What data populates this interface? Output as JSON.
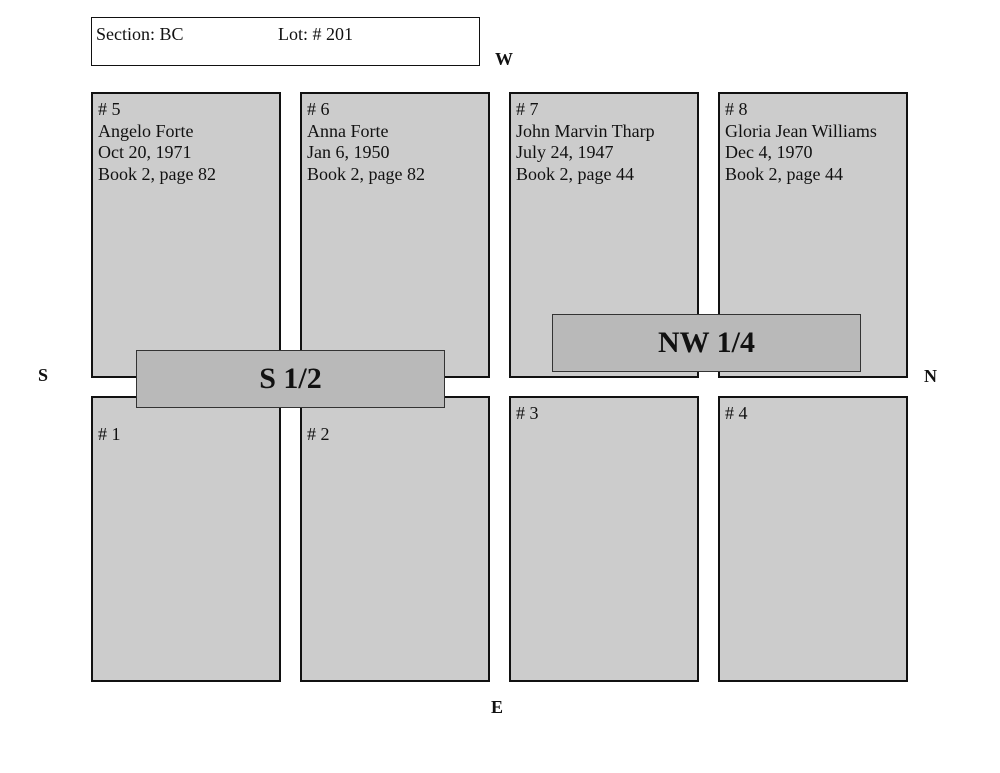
{
  "header": {
    "section": "Section:  BC",
    "lot": "Lot: #  201"
  },
  "compass": {
    "w": "W",
    "s": "S",
    "n": "N",
    "e": "E"
  },
  "plots": [
    {
      "number": "# 5",
      "name": "Angelo Forte",
      "date": "Oct 20, 1971",
      "book": "Book 2, page 82"
    },
    {
      "number": "# 6",
      "name": "Anna Forte",
      "date": "Jan 6, 1950",
      "book": "Book 2, page 82"
    },
    {
      "number": "# 7",
      "name": "John Marvin Tharp",
      "date": "July 24, 1947",
      "book": "Book 2, page 44"
    },
    {
      "number": "# 8",
      "name": "Gloria Jean Williams",
      "date": "Dec 4, 1970",
      "book": "Book 2, page 44"
    },
    {
      "number": "# 1"
    },
    {
      "number": "# 2"
    },
    {
      "number": "# 3"
    },
    {
      "number": "# 4"
    }
  ],
  "labels": {
    "south_half": "S 1/2",
    "northwest_quarter": "NW 1/4"
  },
  "colors": {
    "plot_fill": "#cccccc",
    "label_fill": "#b9b9b9",
    "line": "#111111"
  }
}
